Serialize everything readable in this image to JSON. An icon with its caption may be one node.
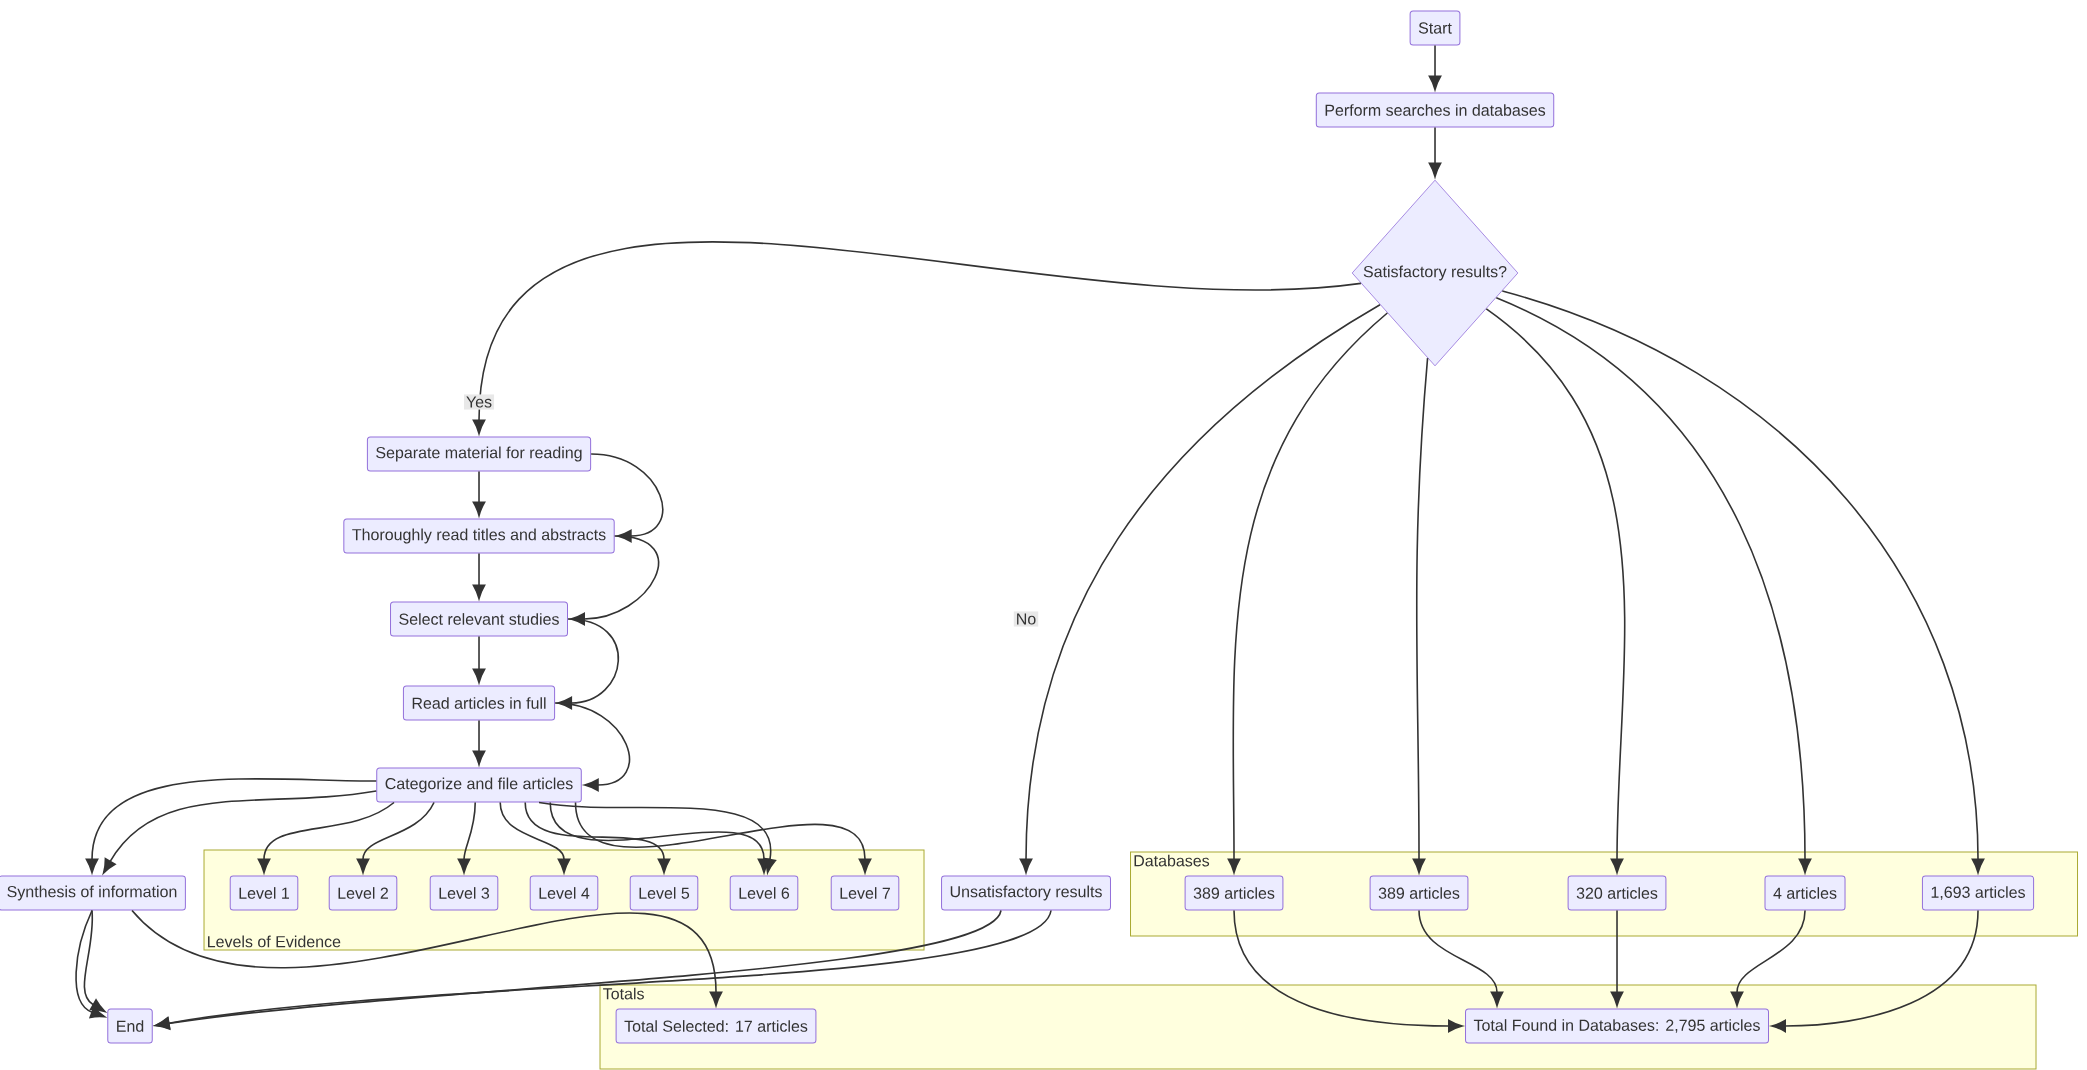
{
  "diagram": {
    "nodes": [
      {
        "text": [
          "Start"
        ]
      },
      {
        "text": [
          "Perform searches in databases"
        ]
      },
      {
        "text": [
          "Satisfactory results?"
        ]
      },
      {
        "text": [
          "Separate material for reading"
        ]
      },
      {
        "text": [
          "Thoroughly read titles and abstracts"
        ]
      },
      {
        "text": [
          "Select relevant studies"
        ]
      },
      {
        "text": [
          "Read articles in full"
        ]
      },
      {
        "text": [
          "Categorize and file articles"
        ]
      },
      {
        "text": [
          "Synthesis of information"
        ]
      },
      {
        "text": [
          "Levels of Evidence"
        ]
      },
      {
        "text": [
          "Level 1"
        ],
        "in": 9
      },
      {
        "text": [
          "Level 2"
        ],
        "in": 9
      },
      {
        "text": [
          "Level 3"
        ],
        "in": 9
      },
      {
        "text": [
          "Level 4"
        ],
        "in": 9
      },
      {
        "text": [
          "Level 5"
        ],
        "in": 9
      },
      {
        "text": [
          "Level 6"
        ],
        "in": 9
      },
      {
        "text": [
          "Level 7"
        ],
        "in": 9
      },
      {
        "text": [
          "Unsatisfactory results"
        ]
      },
      {
        "text": [
          "Databases"
        ]
      },
      {
        "text": [
          "389 articles"
        ],
        "in": 18
      },
      {
        "text": [
          "389 articles"
        ],
        "in": 18
      },
      {
        "text": [
          "320 articles"
        ],
        "in": 18
      },
      {
        "text": [
          "4 articles"
        ],
        "in": 18
      },
      {
        "text": [
          "1,693 articles"
        ],
        "in": 18
      },
      {
        "text": [
          "End"
        ]
      },
      {
        "text": [
          "Totals"
        ]
      },
      {
        "text": [
          "Total Selected: 17 articles"
        ],
        "in": 25
      },
      {
        "text": [
          "Total Found in Databases: 2,795 articles"
        ],
        "in": 25
      }
    ],
    "edges": [
      {
        "from": 0,
        "to": 1,
        "arrow": "to"
      },
      {
        "from": 1,
        "to": 2,
        "arrow": "to"
      },
      {
        "from": 2,
        "to": 3,
        "arrow": "to",
        "label": "Yes"
      },
      {
        "from": 2,
        "to": 17,
        "arrow": "to",
        "label": "No"
      },
      {
        "from": 2,
        "to": 19,
        "arrow": "to"
      },
      {
        "from": 2,
        "to": 20,
        "arrow": "to"
      },
      {
        "from": 2,
        "to": 21,
        "arrow": "to"
      },
      {
        "from": 2,
        "to": 22,
        "arrow": "to"
      },
      {
        "from": 2,
        "to": 23,
        "arrow": "to"
      },
      {
        "from": 3,
        "to": 4,
        "arrow": "to"
      },
      {
        "from": 3,
        "to": 4,
        "arrow": "to"
      },
      {
        "from": 4,
        "to": 5,
        "arrow": "to"
      },
      {
        "from": 4,
        "to": 5,
        "arrow": "to"
      },
      {
        "from": 5,
        "to": 6,
        "arrow": "to"
      },
      {
        "from": 5,
        "to": 6,
        "arrow": "to"
      },
      {
        "from": 6,
        "to": 7,
        "arrow": "to"
      },
      {
        "from": 6,
        "to": 7,
        "arrow": "to"
      },
      {
        "from": 7,
        "to": 8,
        "arrow": "to"
      },
      {
        "from": 7,
        "to": 8,
        "arrow": "to"
      },
      {
        "from": 7,
        "to": 10,
        "arrow": "to"
      },
      {
        "from": 7,
        "to": 11,
        "arrow": "to"
      },
      {
        "from": 7,
        "to": 12,
        "arrow": "to"
      },
      {
        "from": 7,
        "to": 13,
        "arrow": "to"
      },
      {
        "from": 7,
        "to": 14,
        "arrow": "to"
      },
      {
        "from": 7,
        "to": 15,
        "arrow": "to"
      },
      {
        "from": 7,
        "to": 16,
        "arrow": "to"
      },
      {
        "from": 7,
        "to": 15,
        "arrow": "to"
      },
      {
        "from": 8,
        "to": 24,
        "arrow": "to"
      },
      {
        "from": 8,
        "to": 24,
        "arrow": "to"
      },
      {
        "from": 8,
        "to": 26,
        "arrow": "to"
      },
      {
        "from": 17,
        "to": 24,
        "arrow": "to"
      },
      {
        "from": 17,
        "to": 24,
        "arrow": "to"
      },
      {
        "from": 19,
        "to": 27,
        "arrow": "to"
      },
      {
        "from": 20,
        "to": 27,
        "arrow": "to"
      },
      {
        "from": 21,
        "to": 27,
        "arrow": "to"
      },
      {
        "from": 22,
        "to": 27,
        "arrow": "to"
      },
      {
        "from": 23,
        "to": 27,
        "arrow": "to"
      }
    ]
  }
}
